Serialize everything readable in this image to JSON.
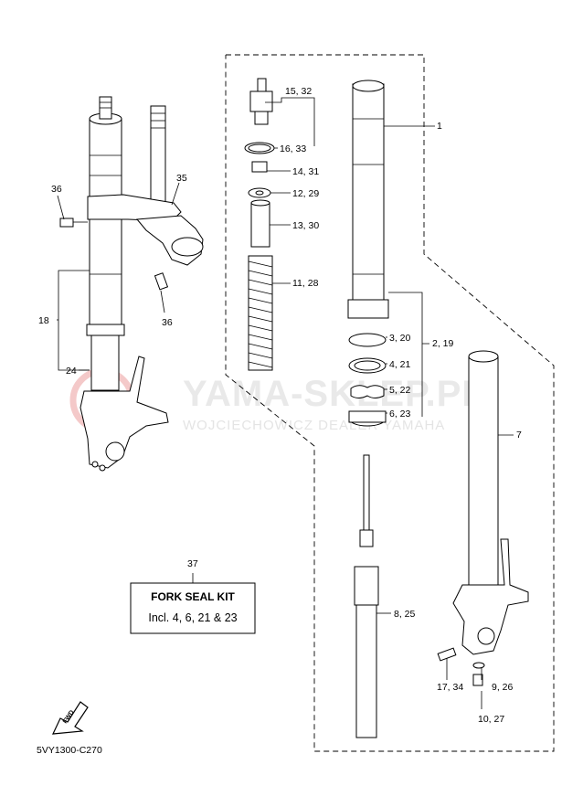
{
  "watermark": {
    "title": "YAMA-SKLEP.PL",
    "subtitle": "WOJCIECHOWICZ DEALER YAMAHA"
  },
  "labels": {
    "p1": "1",
    "p2_19": "2, 19",
    "p3_20": "3, 20",
    "p4_21": "4, 21",
    "p5_22": "5, 22",
    "p6_23": "6, 23",
    "p7": "7",
    "p8_25": "8, 25",
    "p9_26": "9, 26",
    "p10_27": "10, 27",
    "p11_28": "11, 28",
    "p12_29": "12, 29",
    "p13_30": "13, 30",
    "p14_31": "14, 31",
    "p15_32": "15, 32",
    "p16_33": "16, 33",
    "p17_34": "17, 34",
    "p18": "18",
    "p24": "24",
    "p35": "35",
    "p36a": "36",
    "p36b": "36",
    "p37": "37"
  },
  "kit": {
    "title": "FORK SEAL KIT",
    "contents": "Incl. 4, 6, 21 & 23"
  },
  "fwd": "FWD",
  "diagram_code": "5VY1300-C270"
}
